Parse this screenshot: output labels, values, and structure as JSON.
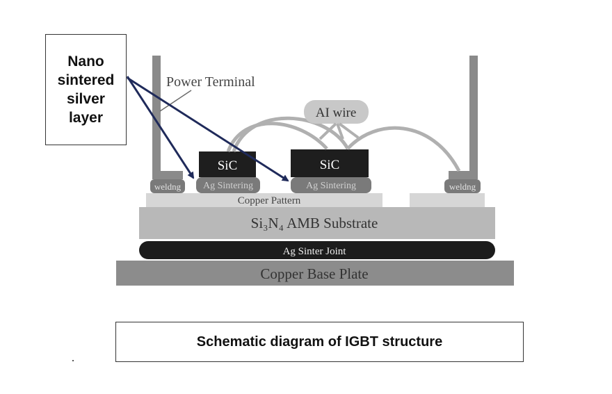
{
  "callout": {
    "text": "Nano\nsintered\nsilver\nlayer"
  },
  "caption": {
    "text": "Schematic diagram of IGBT structure"
  },
  "labels": {
    "power_terminal": "Power Terminal",
    "al_wire": "AI wire",
    "sic_left": "SiC",
    "sic_right": "SiC",
    "ag_sintering_left": "Ag Sintering",
    "ag_sintering_right": "Ag Sintering",
    "weld_left": "weldng",
    "weld_right": "weldng",
    "copper_pattern": "Copper Pattern",
    "substrate": "Si₃N₄ AMB Substrate",
    "ag_sinter_joint": "Ag Sinter Joint",
    "base_plate": "Copper Base Plate"
  },
  "colors": {
    "arrow": "#1f2a5a",
    "base_plate": "#8c8c8c",
    "substrate": "#b8b8b8",
    "copper_pattern": "#d6d6d6",
    "sic": "#1e1e1e",
    "ag_sintering": "#7a7a7a",
    "sinter_joint": "#1c1c1c",
    "terminal": "#8a8a8a",
    "wire": "#b0b0b0"
  }
}
